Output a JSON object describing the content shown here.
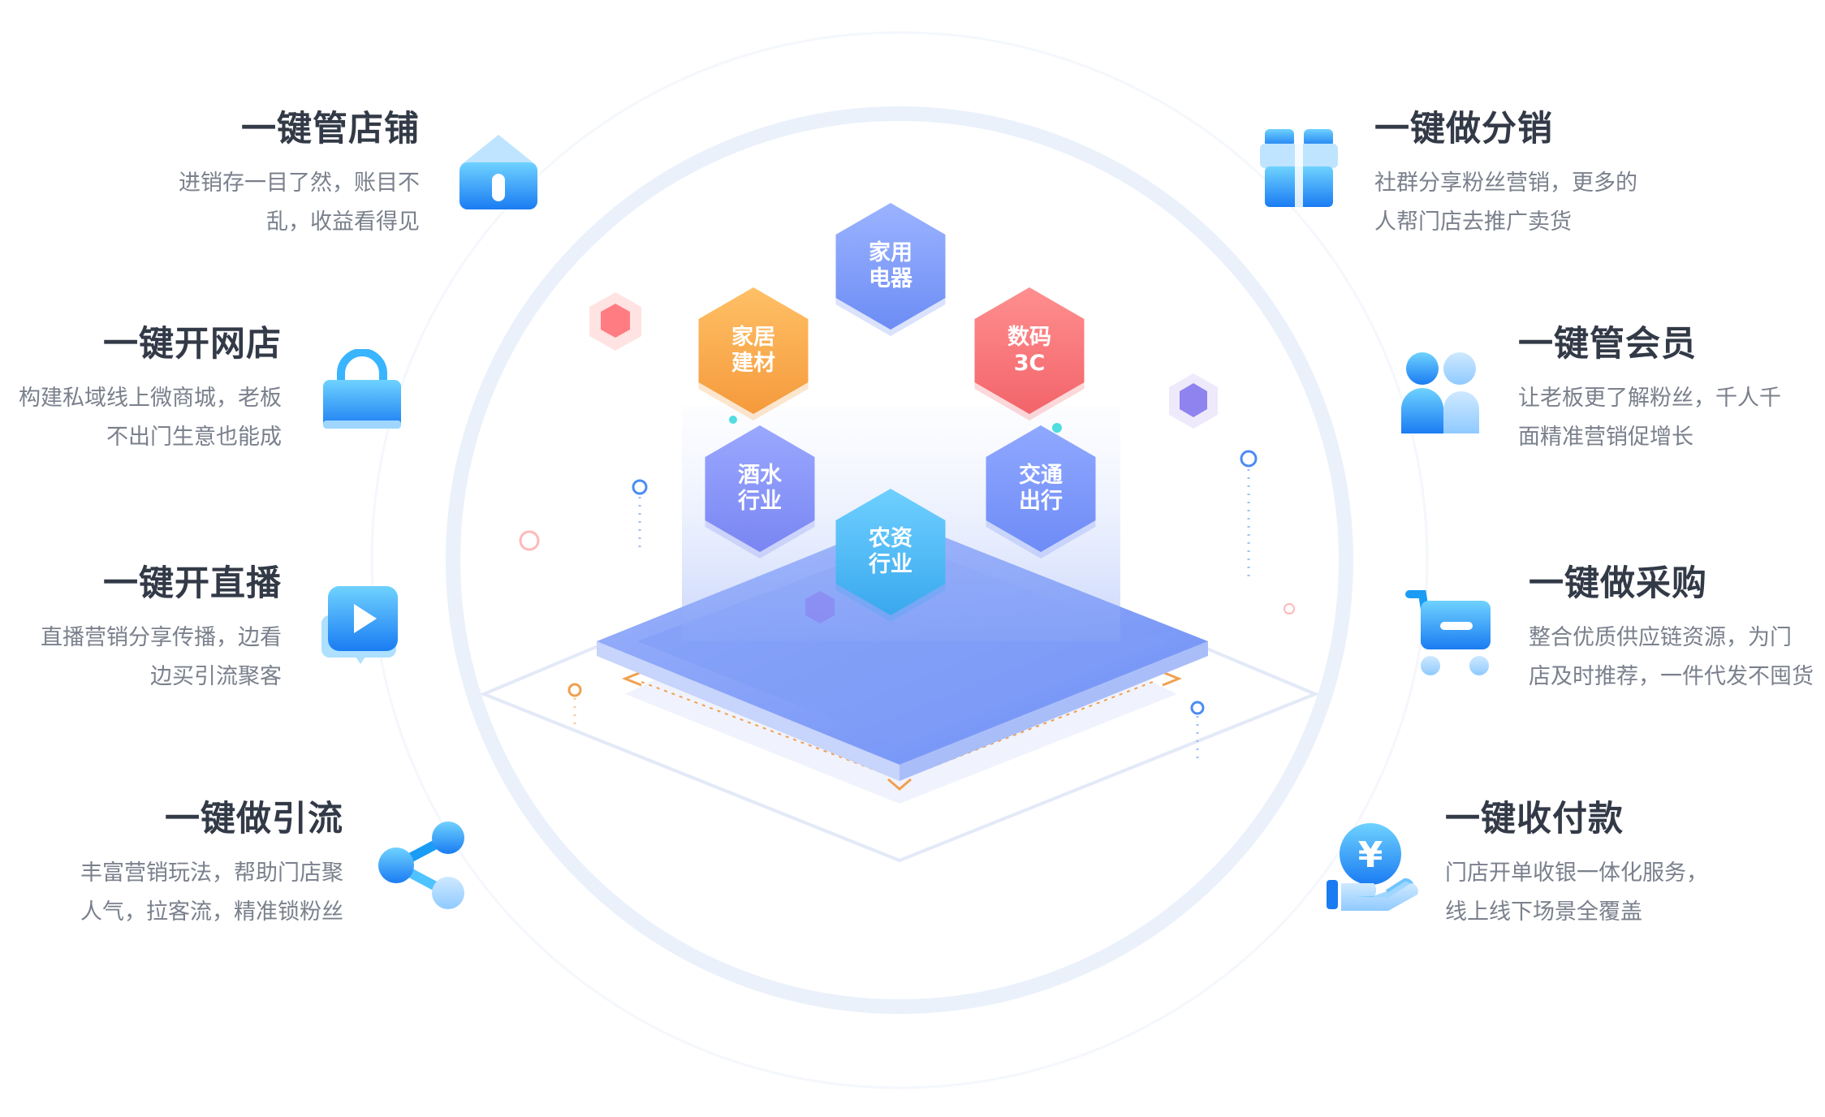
{
  "features_left": [
    {
      "title": "一键管店铺",
      "desc": [
        "进销存一目了然，账目不",
        "乱，收益看得见"
      ],
      "icon": "store-icon"
    },
    {
      "title": "一键开网店",
      "desc": [
        "构建私域线上微商城，老板",
        "不出门生意也能成"
      ],
      "icon": "shopping-bag-icon"
    },
    {
      "title": "一键开直播",
      "desc": [
        "直播营销分享传播，边看",
        "边买引流聚客"
      ],
      "icon": "live-play-icon"
    },
    {
      "title": "一键做引流",
      "desc": [
        "丰富营销玩法，帮助门店聚",
        "人气，拉客流，精准锁粉丝"
      ],
      "icon": "share-icon"
    }
  ],
  "features_right": [
    {
      "title": "一键做分销",
      "desc": [
        "社群分享粉丝营销，更多的",
        "人帮门店去推广卖货"
      ],
      "icon": "gift-icon"
    },
    {
      "title": "一键管会员",
      "desc": [
        "让老板更了解粉丝，千人千",
        "面精准营销促增长"
      ],
      "icon": "members-icon"
    },
    {
      "title": "一键做采购",
      "desc": [
        "整合优质供应链资源，为门",
        "店及时推荐，一件代发不囤货"
      ],
      "icon": "cart-icon"
    },
    {
      "title": "一键收付款",
      "desc": [
        "门店开单收银一体化服务，",
        "线上线下场景全覆盖"
      ],
      "icon": "payment-icon"
    }
  ],
  "hexagons": [
    {
      "label": [
        "家用",
        "电器"
      ],
      "color_top": "#9bb3ff",
      "color_bottom": "#6d8df5"
    },
    {
      "label": [
        "家居",
        "建材"
      ],
      "color_top": "#ffc066",
      "color_bottom": "#f59a3c"
    },
    {
      "label": [
        "数码",
        "3C"
      ],
      "color_top": "#ff8f8f",
      "color_bottom": "#f2646a"
    },
    {
      "label": [
        "酒水",
        "行业"
      ],
      "color_top": "#9aa8ff",
      "color_bottom": "#7a86f2"
    },
    {
      "label": [
        "交通",
        "出行"
      ],
      "color_top": "#8fa8ff",
      "color_bottom": "#6f8cf7"
    },
    {
      "label": [
        "农资",
        "行业"
      ],
      "color_top": "#6fd0ff",
      "color_bottom": "#3aa8ee"
    }
  ],
  "colors": {
    "icon_light": "#6fd2ff",
    "icon_dark": "#1a7cf2",
    "platform": "#7f9df7",
    "accent_orange": "#f0a050",
    "ring": "#eef3fb"
  }
}
